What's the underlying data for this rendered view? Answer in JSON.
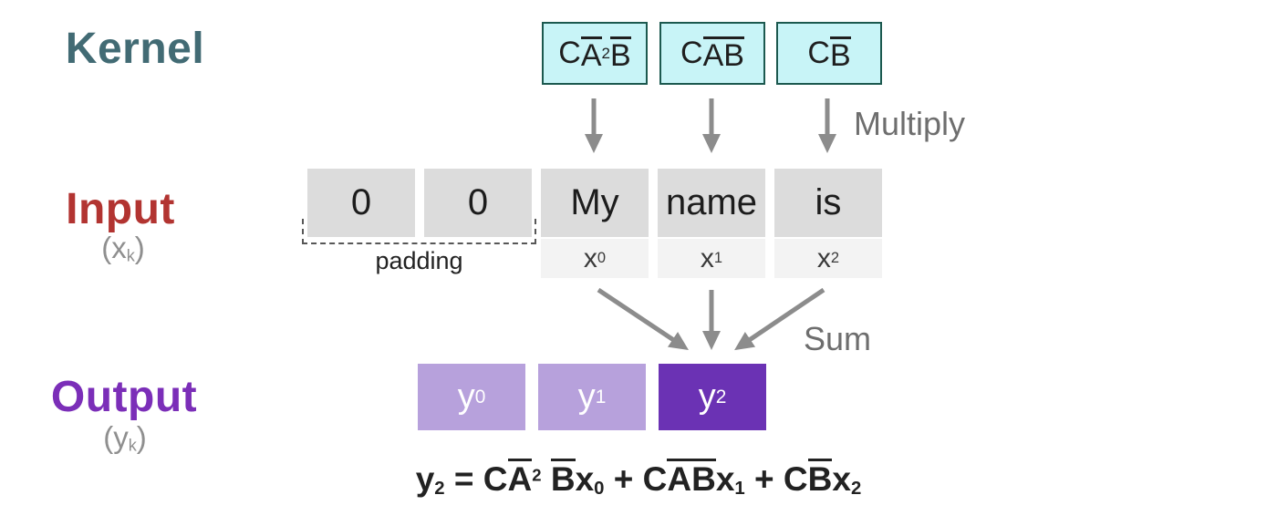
{
  "labels": {
    "kernel": "Kernel",
    "input": "Input",
    "output": "Output",
    "multiply": "Multiply",
    "sum": "Sum",
    "padding": "padding",
    "input_sub_tokens": [
      {
        "t": "("
      },
      {
        "t": "x",
        "sub": "k"
      },
      {
        "t": ")"
      }
    ],
    "output_sub_tokens": [
      {
        "t": "("
      },
      {
        "t": "y",
        "sub": "k"
      },
      {
        "t": ")"
      }
    ]
  },
  "kernel": {
    "boxes": [
      {
        "tokens": [
          {
            "t": "C"
          },
          {
            "t": "A",
            "bar": true,
            "sup": "2"
          },
          {
            "t": " "
          },
          {
            "t": "B",
            "bar": true
          }
        ]
      },
      {
        "tokens": [
          {
            "t": "C"
          },
          {
            "t": "A",
            "bar": true
          },
          {
            "t": "B",
            "bar": true
          }
        ]
      },
      {
        "tokens": [
          {
            "t": "C"
          },
          {
            "t": "B",
            "bar": true
          }
        ]
      }
    ]
  },
  "input": {
    "padding_cells": [
      "0",
      "0"
    ],
    "word_cells": [
      {
        "word": "My",
        "index_tokens": [
          {
            "t": "x",
            "sub": "0"
          }
        ]
      },
      {
        "word": "name",
        "index_tokens": [
          {
            "t": "x",
            "sub": "1"
          }
        ]
      },
      {
        "word": "is",
        "index_tokens": [
          {
            "t": "x",
            "sub": "2"
          }
        ]
      }
    ]
  },
  "output": {
    "cells": [
      {
        "tokens": [
          {
            "t": "y",
            "sub": "0"
          }
        ],
        "highlighted": false
      },
      {
        "tokens": [
          {
            "t": "y",
            "sub": "1"
          }
        ],
        "highlighted": false
      },
      {
        "tokens": [
          {
            "t": "y",
            "sub": "2"
          }
        ],
        "highlighted": true
      }
    ]
  },
  "formula": {
    "tokens": [
      {
        "t": "y",
        "sub": "2"
      },
      {
        "t": " = "
      },
      {
        "t": "C"
      },
      {
        "t": "A",
        "bar": true,
        "sup": "2"
      },
      {
        "t": " "
      },
      {
        "t": "B",
        "bar": true
      },
      {
        "t": "x",
        "sub": "0"
      },
      {
        "t": " + "
      },
      {
        "t": "C"
      },
      {
        "t": "A",
        "bar": true
      },
      {
        "t": "B",
        "bar": true
      },
      {
        "t": "x",
        "sub": "1"
      },
      {
        "t": " + "
      },
      {
        "t": "C"
      },
      {
        "t": "B",
        "bar": true
      },
      {
        "t": "x",
        "sub": "2"
      }
    ]
  },
  "colors": {
    "kernel_label": "#426b74",
    "input_label": "#b23431",
    "output_label": "#7b2eb8",
    "kernel_fill": "#c8f4f7",
    "kernel_border": "#1c594f",
    "cell_gray": "#dcdcdc",
    "cell_gray_light": "#f3f3f3",
    "out_light": "#b7a1dc",
    "out_dark": "#6b32b4",
    "arrow": "#8c8c8c",
    "gray_text": "#6e6e6e",
    "sub_gray": "#8f8f8f",
    "ink": "#222222"
  }
}
